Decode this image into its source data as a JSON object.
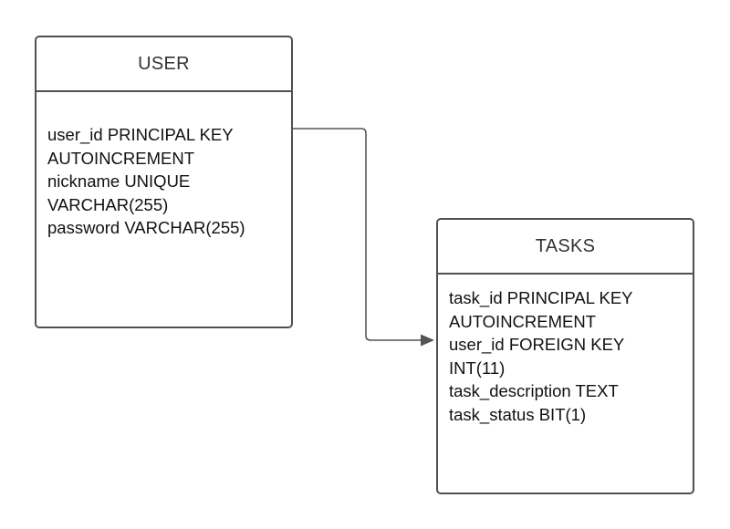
{
  "entities": {
    "user": {
      "title": "USER",
      "lines": [
        "user_id PRINCIPAL KEY",
        "AUTOINCREMENT",
        "nickname UNIQUE",
        "VARCHAR(255)",
        "password VARCHAR(255)"
      ]
    },
    "tasks": {
      "title": "TASKS",
      "lines": [
        "task_id PRINCIPAL KEY",
        "AUTOINCREMENT",
        "user_id FOREIGN KEY",
        "INT(11)",
        "task_description TEXT",
        "task_status BIT(1)"
      ]
    }
  },
  "colors": {
    "border": "#505050",
    "connector": "#555555",
    "text": "#111111"
  }
}
